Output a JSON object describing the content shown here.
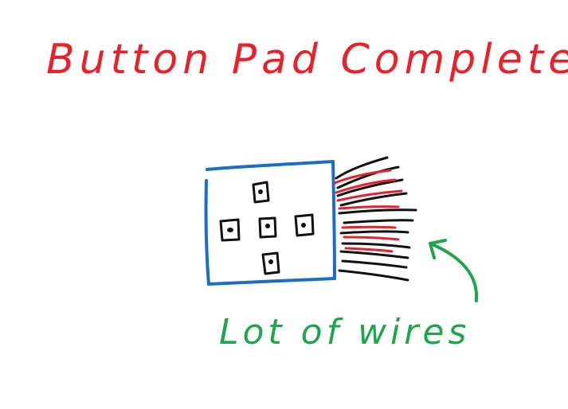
{
  "title": "Button Pad Completed",
  "annotation": "Lot of wires",
  "colors": {
    "title": "#e8212b",
    "annotation": "#1ea64a",
    "board": "#1b6fc2",
    "ink": "#111111",
    "wire_red": "#e8212b",
    "wire_black": "#111111"
  },
  "buttons": [
    "top",
    "left",
    "center",
    "right",
    "bottom"
  ]
}
